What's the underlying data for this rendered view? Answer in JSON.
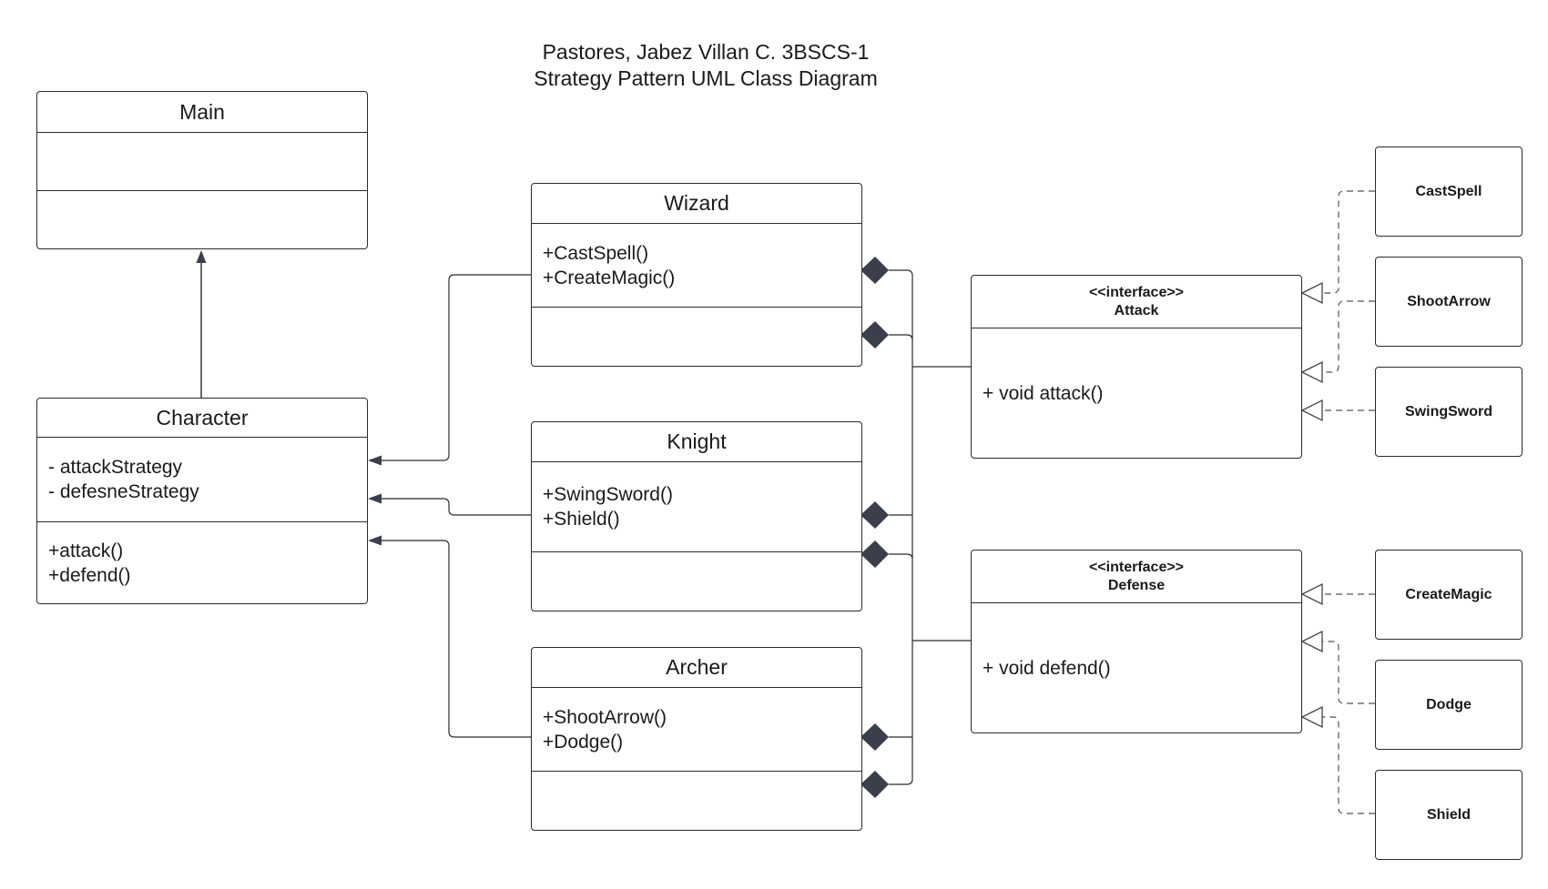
{
  "title": {
    "line1": "Pastores, Jabez Villan C. 3BSCS-1",
    "line2": "Strategy Pattern UML Class Diagram"
  },
  "classes": {
    "main": {
      "name": "Main",
      "attributes": [],
      "methods": []
    },
    "character": {
      "name": "Character",
      "attributes": [
        "- attackStrategy",
        "- defesneStrategy"
      ],
      "methods": [
        "+attack()",
        "+defend()"
      ]
    },
    "wizard": {
      "name": "Wizard",
      "attributes": [
        "+CastSpell()",
        "+CreateMagic()"
      ],
      "methods": []
    },
    "knight": {
      "name": "Knight",
      "attributes": [
        "+SwingSword()",
        "+Shield()"
      ],
      "methods": []
    },
    "archer": {
      "name": "Archer",
      "attributes": [
        "+ShootArrow()",
        "+Dodge()"
      ],
      "methods": []
    }
  },
  "interfaces": {
    "attack": {
      "stereotype": "<<interface>>",
      "name": "Attack",
      "methods": [
        "+ void attack()"
      ]
    },
    "defense": {
      "stereotype": "<<interface>>",
      "name": "Defense",
      "methods": [
        "+ void defend()"
      ]
    }
  },
  "implementations": {
    "cast_spell": "CastSpell",
    "shoot_arrow": "ShootArrow",
    "swing_sword": "SwingSword",
    "create_magic": "CreateMagic",
    "dodge": "Dodge",
    "shield": "Shield"
  },
  "colors": {
    "line": "#2b2b2b",
    "diamond": "#3a3f4b",
    "background": "#ffffff"
  }
}
